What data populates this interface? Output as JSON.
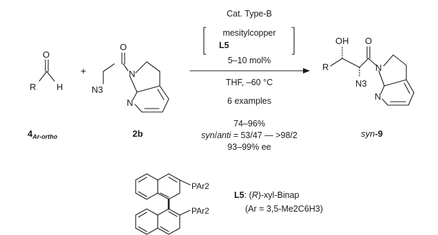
{
  "reactant_aldehyde": {
    "label_main": "4",
    "label_sub": "Ar-ortho",
    "atoms": {
      "oxygen": "O",
      "r_group": "R",
      "hydrogen": "H"
    }
  },
  "plus_sign": "+",
  "reactant_amide": {
    "label": "2b",
    "atoms": {
      "oxygen": "O",
      "nitrogen_ring": "N",
      "nitrogen_pyridine": "N",
      "azide": "N3"
    }
  },
  "conditions": {
    "catalyst_type": "Cat. Type-B",
    "metal": "mesitylcopper",
    "ligand": "L5",
    "loading": "5–10 mol%",
    "solvent_temp": "THF, –60 °C",
    "examples": "6 examples",
    "yield": "74–96%",
    "dr_prefix_syn": "syn",
    "dr_slash": "/",
    "dr_prefix_anti": "anti",
    "dr_value": " = 53/47 — >98/2",
    "ee": "93–99% ee"
  },
  "product": {
    "label_prefix": "syn",
    "label_number": "-9",
    "atoms": {
      "hydroxyl": "OH",
      "oxygen": "O",
      "r_group": "R",
      "nitrogen_ring": "N",
      "nitrogen_pyridine": "N",
      "azide": "N3"
    }
  },
  "ligand_info": {
    "name_id": "L5",
    "name_colon": ": (",
    "name_stereo": "R",
    "name_rest": ")-xyl-Binap",
    "ar_def": "(Ar = 3,5-Me2C6H3)",
    "substituent_top": "PAr2",
    "substituent_bottom": "PAr2"
  }
}
